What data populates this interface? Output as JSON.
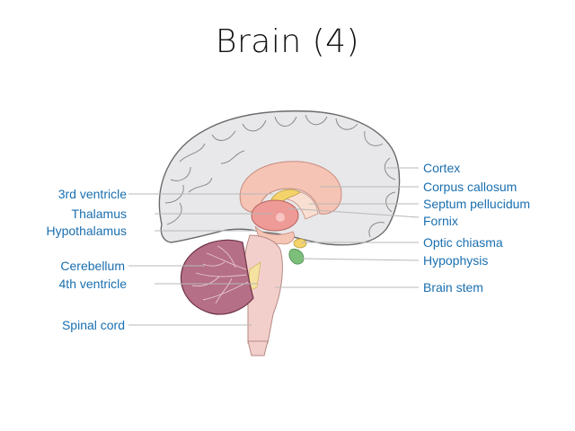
{
  "title": "Brain (4)",
  "colors": {
    "label": "#1a6fb0",
    "cortex": "#e8e8ea",
    "corpus_callosum": "#f6c4b4",
    "thalamus": "#ee9a96",
    "cerebellum": "#b56f86",
    "brain_stem": "#f3cfcb",
    "fornix": "#f3d36a",
    "hypophysis": "#7bbf7a"
  },
  "labels": {
    "left": [
      "3rd ventricle",
      "Thalamus",
      "Hypothalamus",
      "Cerebellum",
      "4th ventricle",
      "Spinal cord"
    ],
    "right": [
      "Cortex",
      "Corpus callosum",
      "Septum pellucidum",
      "Fornix",
      "Optic chiasma",
      "Hypophysis",
      "Brain stem"
    ]
  }
}
